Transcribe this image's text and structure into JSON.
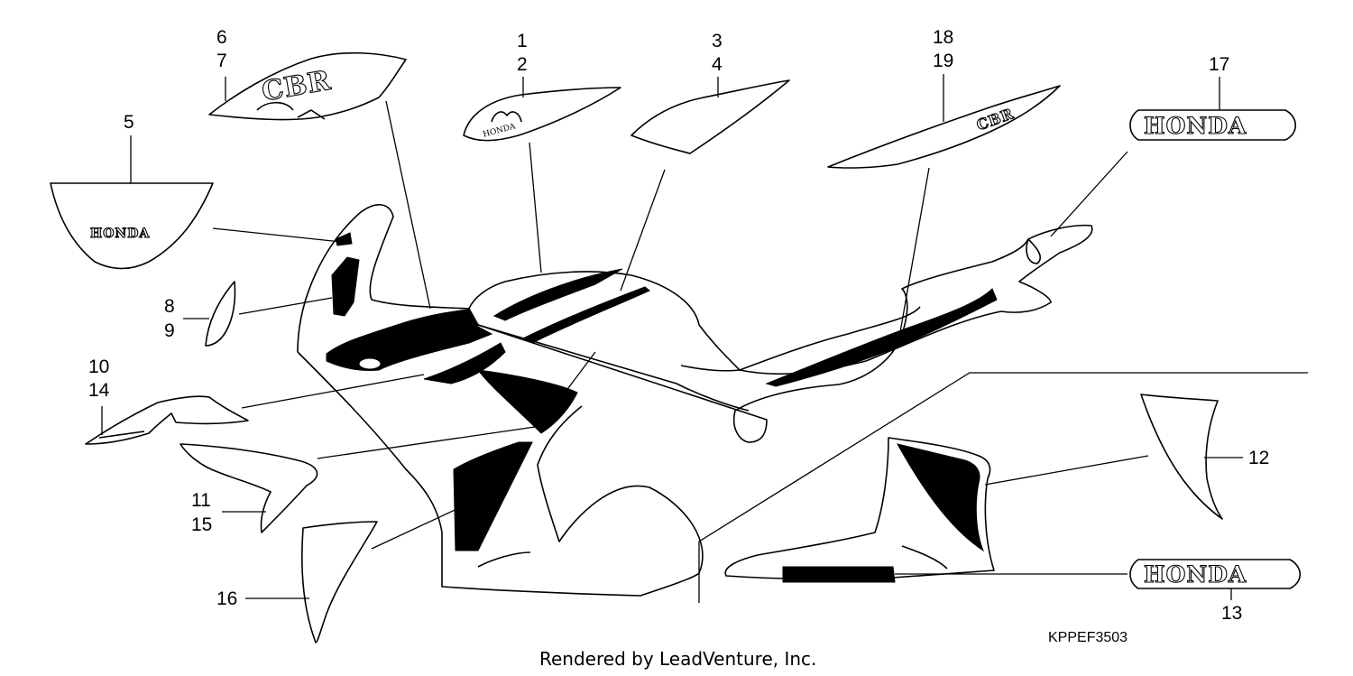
{
  "callouts": {
    "c1": "1",
    "c2": "2",
    "c3": "3",
    "c4": "4",
    "c5": "5",
    "c6": "6",
    "c7": "7",
    "c8": "8",
    "c9": "9",
    "c10": "10",
    "c11": "11",
    "c12": "12",
    "c13": "13",
    "c14": "14",
    "c15": "15",
    "c16": "16",
    "c17": "17",
    "c18": "18",
    "c19": "19"
  },
  "logos": {
    "honda_17": "HONDA",
    "honda_13": "HONDA",
    "honda_5": "HONDA",
    "honda_small": "HONDA",
    "cbr_7": "CBR",
    "cbr_19": "CBR"
  },
  "diagram_code": "KPPEF3503",
  "credit": "Rendered by LeadVenture, Inc.",
  "colors": {
    "ink": "#000000",
    "background": "#ffffff"
  }
}
